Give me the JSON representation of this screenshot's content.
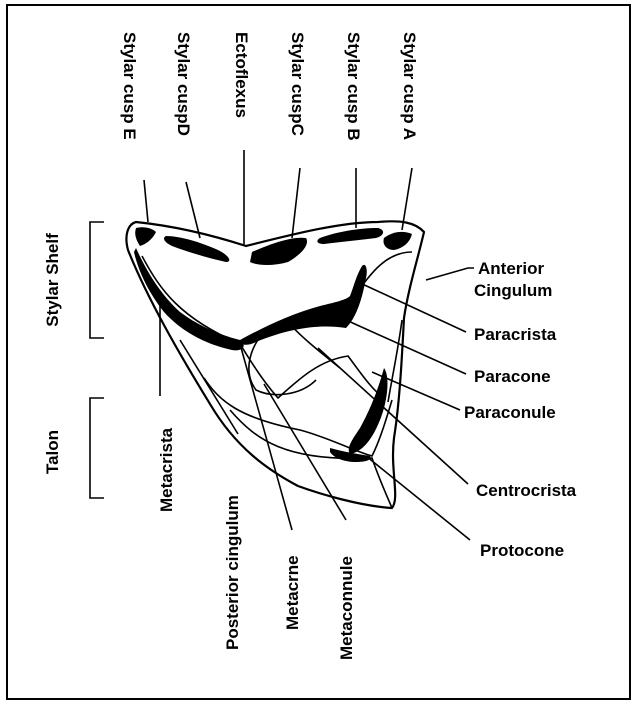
{
  "labels": {
    "stylar_cusp_e": "Stylar cusp E",
    "stylar_cusp_d": "Stylar cuspD",
    "ectoflexus": "Ectoflexus",
    "stylar_cusp_c": "Stylar cuspC",
    "stylar_cusp_b": "Stylar cusp B",
    "stylar_cusp_a": "Stylar cusp A",
    "stylar_shelf": "Stylar Shelf",
    "talon": "Talon",
    "metacrista": "Metacrista",
    "posterior_cingulum": "Posterior cingulum",
    "metacrne": "Metacrne",
    "metaconnule": "Metaconnule",
    "anterior_cingulum_line1": "Anterior",
    "anterior_cingulum_line2": "Cingulum",
    "paracrista": "Paracrista",
    "paracone": "Paracone",
    "paraconule": "Paraconule",
    "centrocrista": "Centrocrista",
    "protocone": "Protocone"
  }
}
